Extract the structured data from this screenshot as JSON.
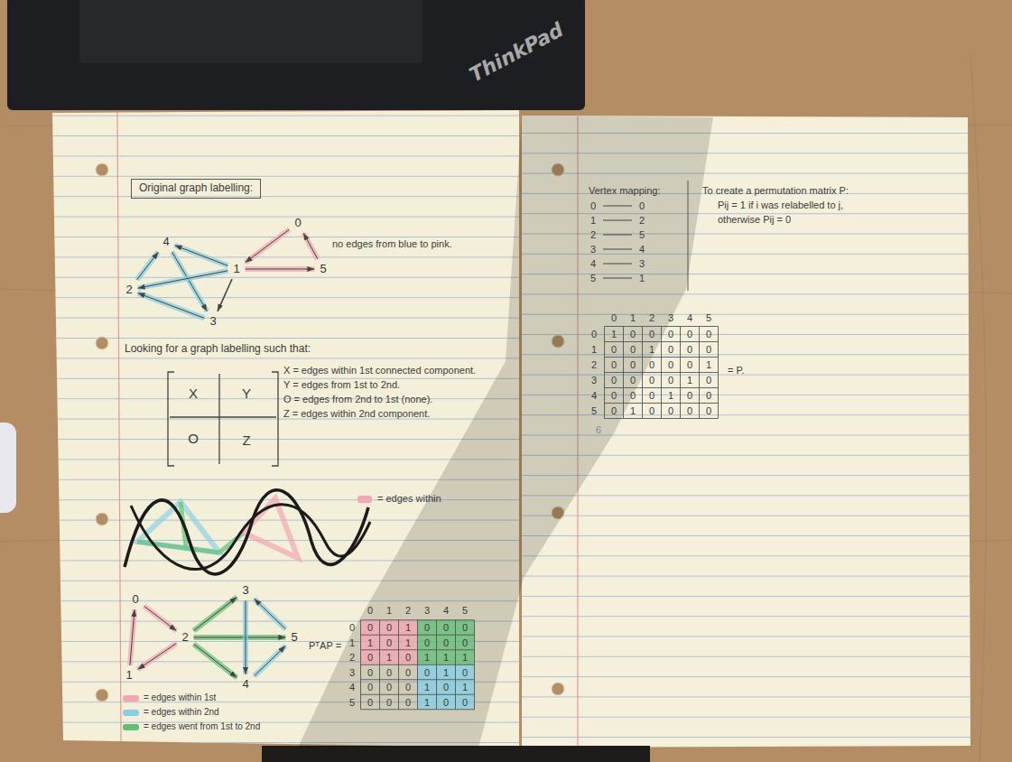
{
  "diagram": {
    "nodes": [
      {
        "text": [
          "0"
        ]
      },
      {
        "text": [
          "1"
        ]
      },
      {
        "text": [
          "2"
        ]
      },
      {
        "text": [
          "3"
        ]
      },
      {
        "text": [
          "4"
        ]
      },
      {
        "text": [
          "5"
        ]
      },
      {
        "text": [
          "0"
        ]
      },
      {
        "text": [
          "1"
        ]
      },
      {
        "text": [
          "2"
        ]
      },
      {
        "text": [
          "3"
        ]
      },
      {
        "text": [
          "4"
        ]
      },
      {
        "text": [
          "5"
        ]
      }
    ],
    "edges": [
      {
        "from": 0,
        "to": 1,
        "arrow": "to"
      },
      {
        "from": 1,
        "to": 5,
        "arrow": "to"
      },
      {
        "from": 5,
        "to": 0,
        "arrow": "to"
      },
      {
        "from": 4,
        "to": 3,
        "arrow": "to"
      },
      {
        "from": 3,
        "to": 2,
        "arrow": "to"
      },
      {
        "from": 2,
        "to": 4,
        "arrow": "to"
      },
      {
        "from": 1,
        "to": 4,
        "arrow": "to"
      },
      {
        "from": 1,
        "to": 2,
        "arrow": "to"
      },
      {
        "from": 1,
        "to": 3,
        "arrow": "to"
      },
      {
        "from": 6,
        "to": 8,
        "arrow": "to"
      },
      {
        "from": 8,
        "to": 7,
        "arrow": "to"
      },
      {
        "from": 7,
        "to": 6,
        "arrow": "to"
      },
      {
        "from": 8,
        "to": 9,
        "arrow": "to"
      },
      {
        "from": 8,
        "to": 10,
        "arrow": "to"
      },
      {
        "from": 8,
        "to": 11,
        "arrow": "to"
      },
      {
        "from": 9,
        "to": 10,
        "arrow": "to"
      },
      {
        "from": 10,
        "to": 11,
        "arrow": "to"
      },
      {
        "from": 11,
        "to": 9,
        "arrow": "to"
      }
    ],
    "labels": [
      "ThinkPad",
      "Original graph labelling:",
      "no edges from blue to pink.",
      "Looking for a graph labelling such that:",
      "X",
      "Y",
      "O",
      "Z",
      "X = edges within 1st connected component.",
      "Y = edges from 1st to 2nd.",
      "O = edges from 2nd to 1st (none).",
      "Z = edges within 2nd component.",
      "= edges within",
      "PᵀAP =",
      "0",
      "1",
      "2",
      "3",
      "4",
      "5",
      "0",
      "0",
      "0",
      "1",
      "0",
      "0",
      "0",
      "1",
      "1",
      "0",
      "1",
      "0",
      "0",
      "0",
      "2",
      "0",
      "1",
      "0",
      "1",
      "1",
      "1",
      "3",
      "0",
      "0",
      "0",
      "0",
      "1",
      "0",
      "4",
      "0",
      "0",
      "0",
      "1",
      "0",
      "1",
      "5",
      "0",
      "0",
      "0",
      "1",
      "0",
      "0",
      "Vertex mapping:",
      "0",
      "0",
      "1",
      "2",
      "2",
      "5",
      "3",
      "4",
      "4",
      "3",
      "5",
      "1",
      "To create a permutation matrix P:",
      "Pij = 1 if i was relabelled to j,",
      "otherwise Pij = 0",
      "0",
      "1",
      "2",
      "3",
      "4",
      "5",
      "0",
      "1",
      "0",
      "0",
      "0",
      "0",
      "0",
      "1",
      "0",
      "0",
      "1",
      "0",
      "0",
      "0",
      "2",
      "0",
      "0",
      "0",
      "0",
      "0",
      "1",
      "3",
      "0",
      "0",
      "0",
      "0",
      "1",
      "0",
      "4",
      "0",
      "0",
      "0",
      "1",
      "0",
      "0",
      "5",
      "0",
      "1",
      "0",
      "0",
      "0",
      "0",
      "= P.",
      "6"
    ],
    "legend": [
      {
        "text": "= edges within 1st",
        "color": "#f4a6b4"
      },
      {
        "text": "= edges within 2nd",
        "color": "#86cfe6"
      },
      {
        "text": "= edges went from 1st to 2nd",
        "color": "#5fbf75"
      }
    ]
  }
}
